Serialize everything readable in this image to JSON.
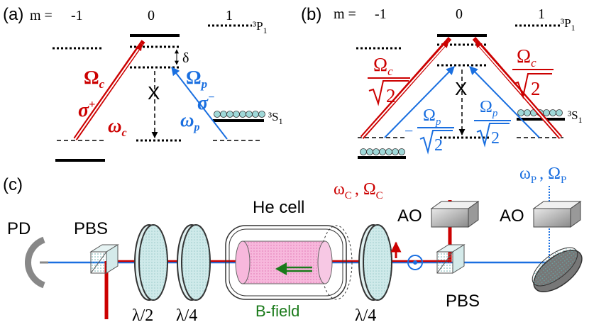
{
  "panel_a": {
    "tag": "(a)",
    "m_label": "m =",
    "m_values": [
      "-1",
      "0",
      "1"
    ],
    "upper_state": "³P",
    "upper_state_sub": "1",
    "lower_state": "³S",
    "lower_state_sub": "1",
    "omega_c": "Ω",
    "omega_c_sub": "c",
    "sigma_plus": "σ",
    "sigma_plus_sup": "+",
    "freq_c": "ω",
    "freq_c_sub": "c",
    "omega_p": "Ω",
    "omega_p_sub": "p",
    "sigma_minus": "σ",
    "sigma_minus_sup": "−",
    "freq_p": "ω",
    "freq_p_sub": "p",
    "detuning": "δ"
  },
  "panel_b": {
    "tag": "(b)",
    "m_label": "m =",
    "m_values": [
      "-1",
      "0",
      "1"
    ],
    "upper_state": "³P",
    "upper_state_sub": "1",
    "lower_state": "³S",
    "lower_state_sub": "1",
    "omega_c": "Ω",
    "omega_c_sub": "c",
    "omega_p": "Ω",
    "omega_p_sub": "p",
    "sqrt_two": "2",
    "minus_sign": "−"
  },
  "panel_c": {
    "tag": "(c)",
    "coupling_freq": "ω",
    "coupling_freq_sub": "C",
    "coupling_rabi": "Ω",
    "coupling_rabi_sub": "C",
    "probe_freq": "ω",
    "probe_freq_sub": "P",
    "probe_rabi": "Ω",
    "probe_rabi_sub": "P",
    "comma": ",",
    "detector": "PD",
    "pbs_left": "PBS",
    "pbs_right": "PBS",
    "cell": "He cell",
    "field": "B-field",
    "half_wave": "λ/2",
    "quarter_wave_left": "λ/4",
    "quarter_wave_right": "λ/4",
    "ao_coupling": "AO",
    "ao_probe": "AO"
  },
  "colors": {
    "coupling": "#cc0000",
    "probe": "#1a6fe0",
    "field": "#1a7a1a",
    "atoms": "#9fd8d8",
    "cell": "#f7b8dc",
    "optic": "#cfeaea"
  }
}
